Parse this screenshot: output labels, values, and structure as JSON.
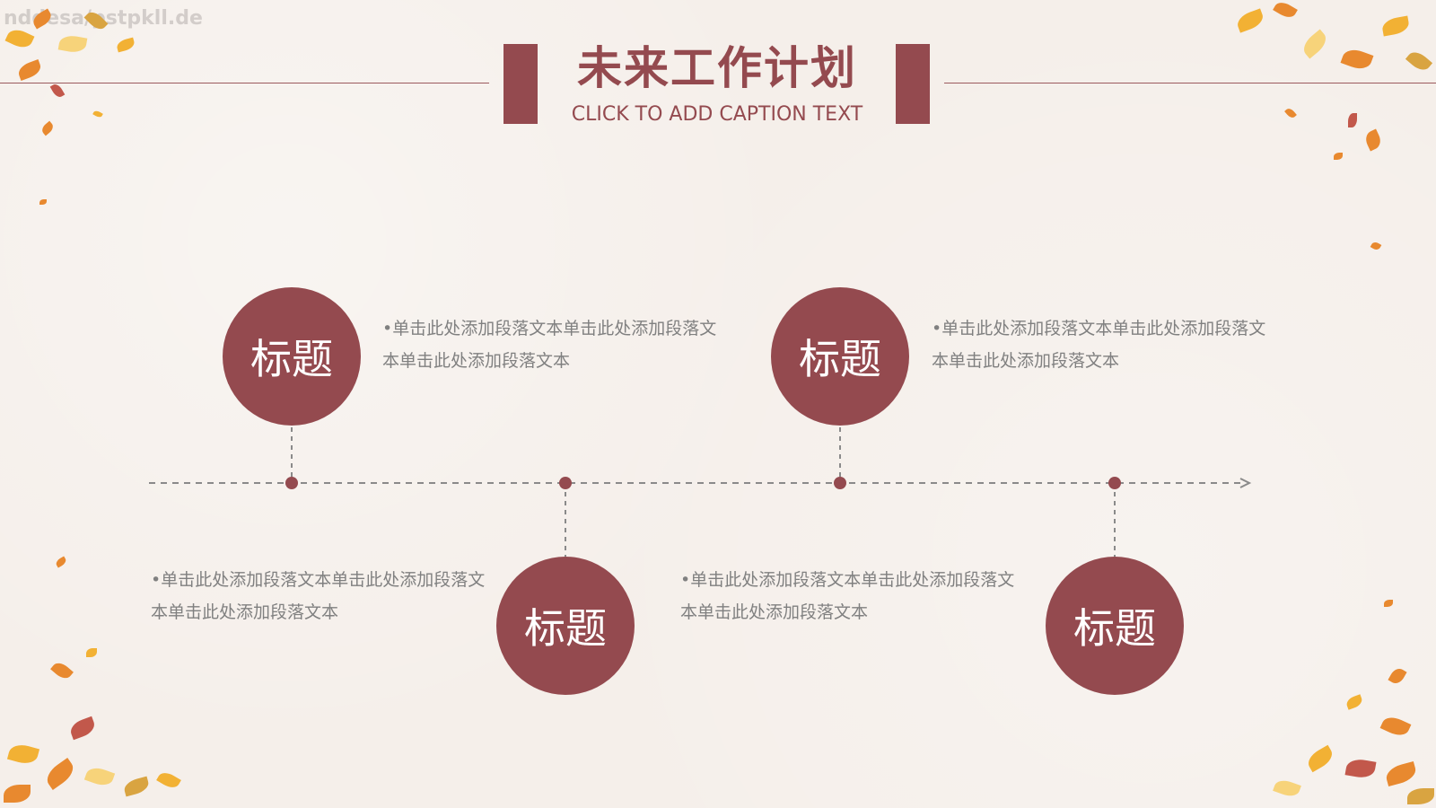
{
  "slide": {
    "watermark": "nddesa/pstpkll.de",
    "title": "未来工作计划",
    "subtitle": "CLICK TO ADD CAPTION TEXT",
    "accent_color": "#944a4f",
    "background_color": "#f5efea"
  },
  "milestones": [
    {
      "title": "标题",
      "text_line1": "•单击此处添加段落文本单击此处添加段落文",
      "text_line2": "本单击此处添加段落文本",
      "position": "above"
    },
    {
      "title": "标题",
      "text_line1": "•单击此处添加段落文本单击此处添加段落文",
      "text_line2": "本单击此处添加段落文本",
      "position": "below"
    },
    {
      "title": "标题",
      "text_line1": "•单击此处添加段落文本单击此处添加段落文",
      "text_line2": "本单击此处添加段落文本",
      "position": "above"
    },
    {
      "title": "标题",
      "text_line1": "•单击此处添加段落文本单击此处添加段落文",
      "text_line2": "本单击此处添加段落文本",
      "position": "below"
    }
  ],
  "decorations": {
    "icon": "autumn-leaves-icon",
    "leaf_colors": [
      "#f2b134",
      "#e8892f",
      "#f7d37a",
      "#c2584b",
      "#d9a441"
    ]
  }
}
